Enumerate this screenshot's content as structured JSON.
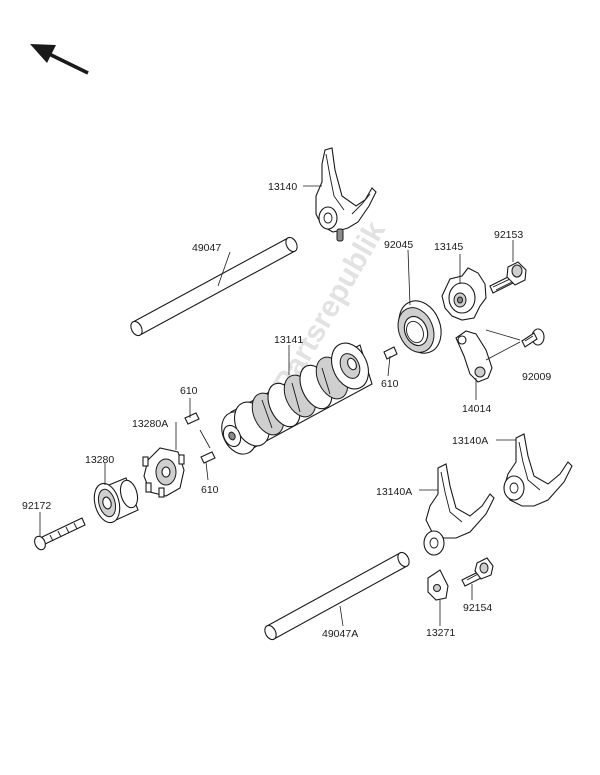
{
  "diagram": {
    "watermark": "Partsrepublik",
    "labels": {
      "p13140": "13140",
      "p49047": "49047",
      "p13145": "13145",
      "p92153": "92153",
      "p92045": "92045",
      "p13141": "13141",
      "p610a": "610",
      "p610b": "610",
      "p610c": "610",
      "p92009": "92009",
      "p14014": "14014",
      "p13280A": "13280A",
      "p13280": "13280",
      "p13140A_a": "13140A",
      "p13140A_b": "13140A",
      "p92172": "92172",
      "p92154": "92154",
      "p13271": "13271",
      "p49047A": "49047A"
    }
  }
}
